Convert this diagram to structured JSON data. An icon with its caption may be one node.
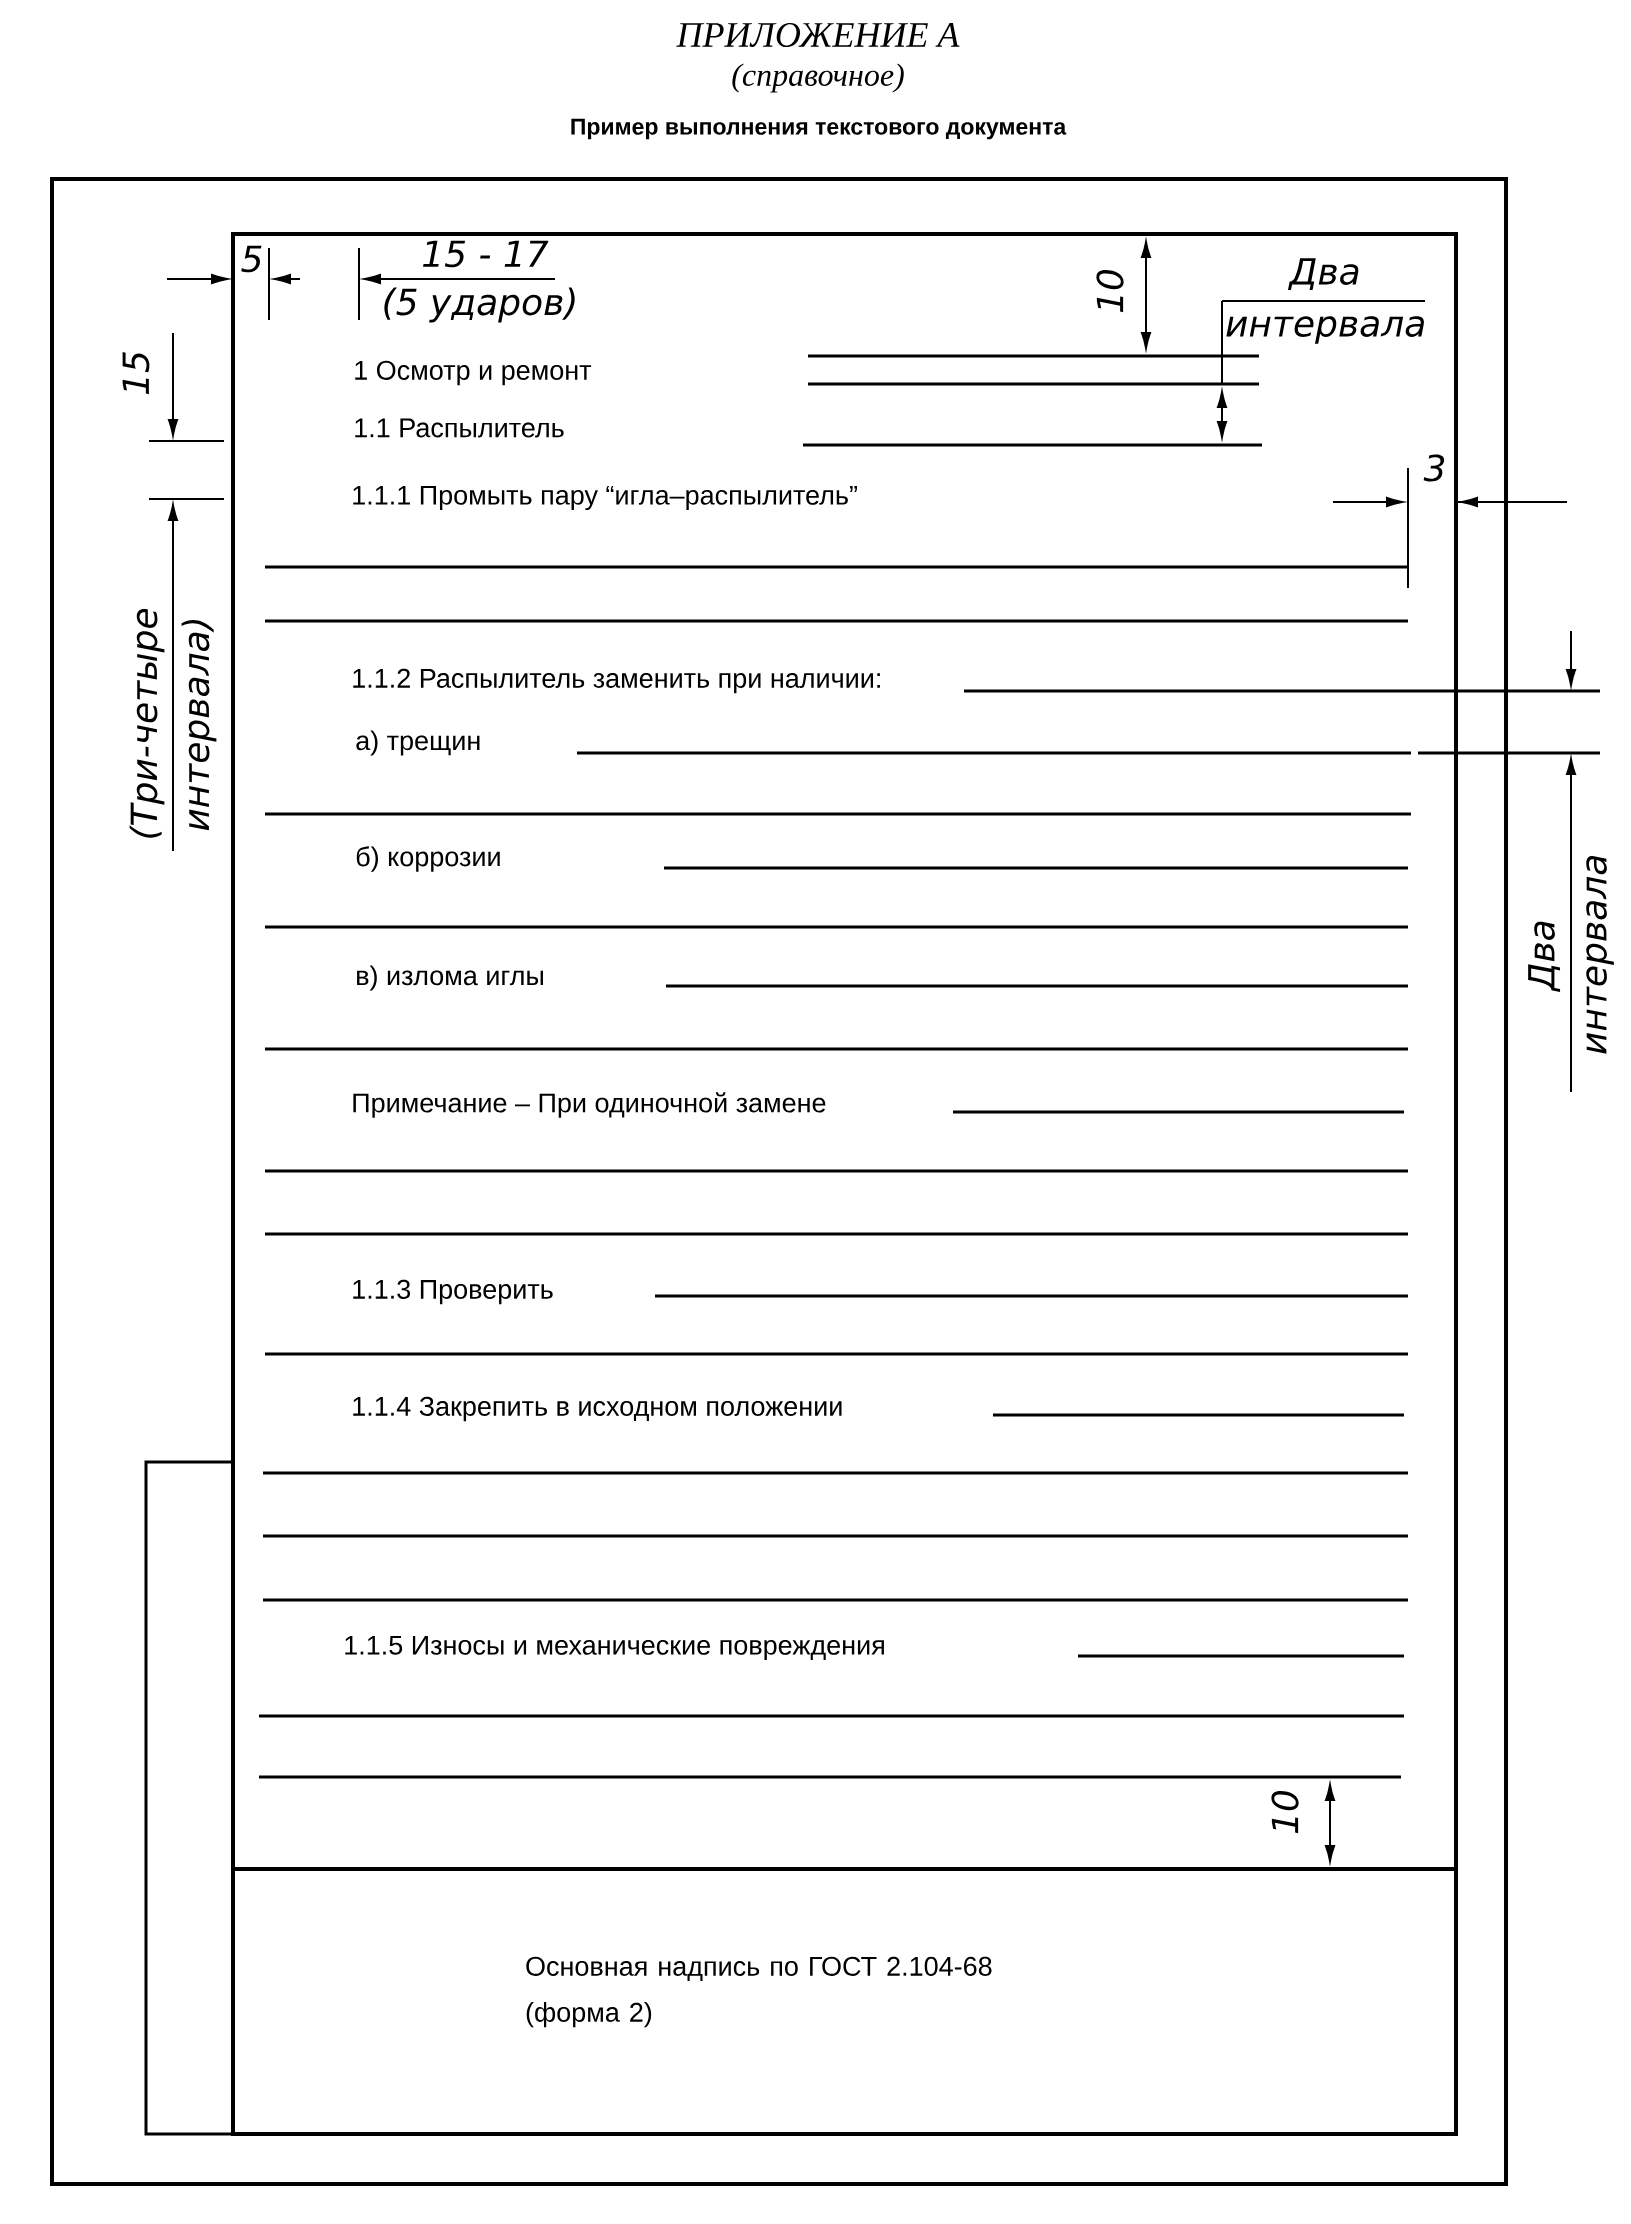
{
  "diagram": {
    "title": "ПРИЛОЖЕНИЕ А",
    "nodes": [
      {
        "text": [
          "Основная надпись по ГОСТ 2.104-68 (форма 2)"
        ]
      }
    ],
    "labels": [
      "(справочное)",
      "Пример выполнения текстового документа",
      "5",
      "15 - 17",
      "(5 ударов)",
      "10",
      "Два интервала",
      "1 Осмотр и ремонт",
      "1.1 Распылитель",
      "15",
      "1.1.1 Промыть пару “игла–распылитель”",
      "3",
      "(Три-четыре интервала)",
      "1.1.2 Распылитель заменить при наличии:",
      "а) трещин",
      "б) коррозии",
      "в) излома иглы",
      "Два интервала",
      "Примечание – При одиночной замене",
      "1.1.3 Проверить",
      "1.1.4 Закрепить в исходном положении",
      "1.1.5 Износы и механические повреждения",
      "10"
    ]
  }
}
